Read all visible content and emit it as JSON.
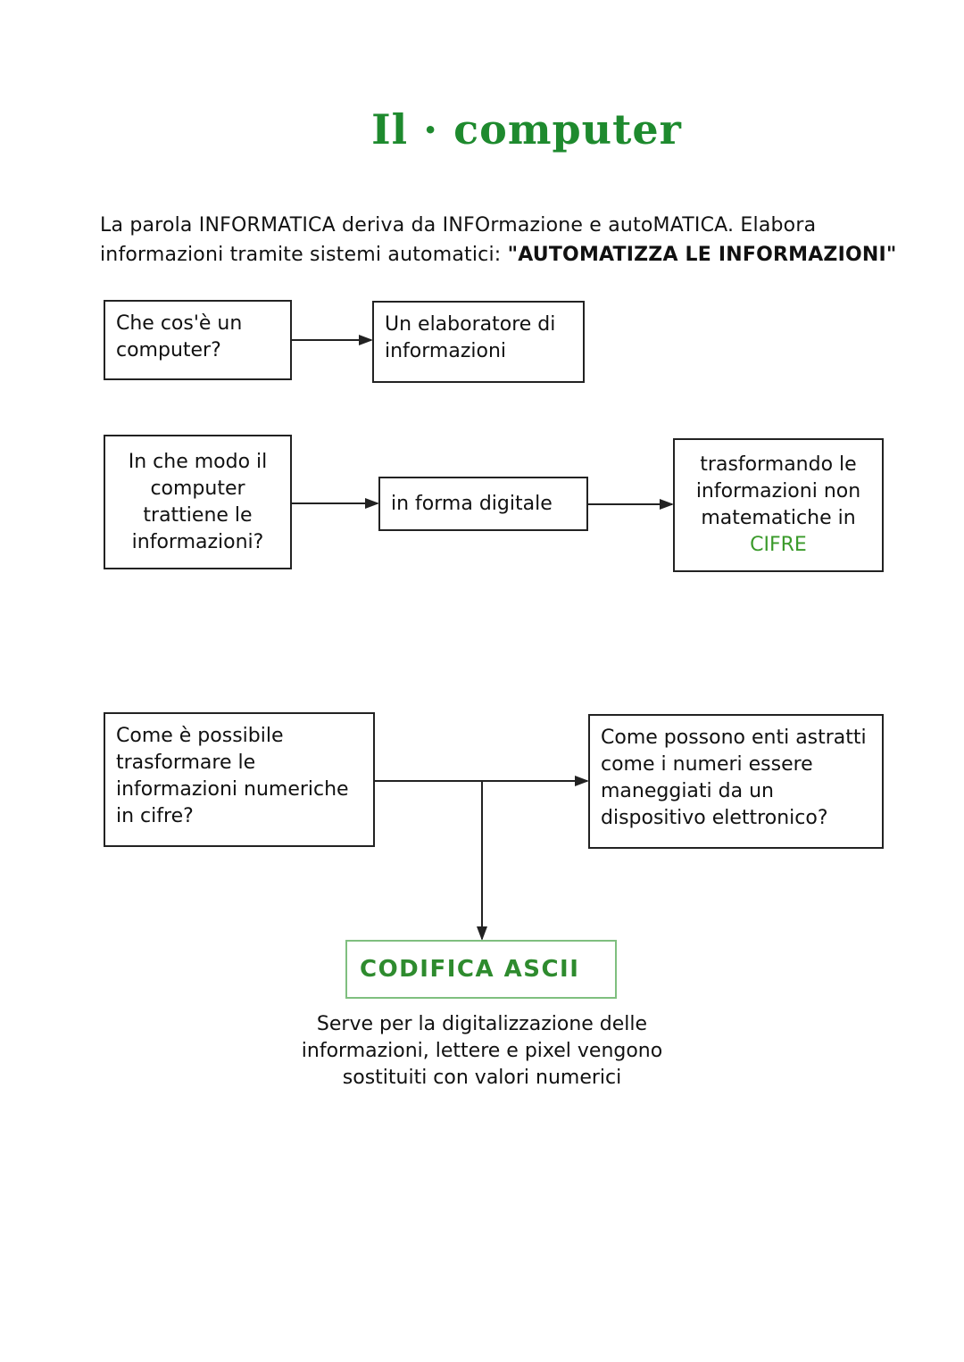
{
  "title": "Il · computer",
  "intro": {
    "line1": "La parola INFORMATICA deriva da INFOrmazione e autoMATICA. Elabora",
    "line2_a": "informazioni tramite sistemi automatici: ",
    "line2_b": "\"AUTOMATIZZA LE INFORMAZIONI\""
  },
  "boxes": {
    "q1": "Che cos'è un computer?",
    "a1": "Un elaboratore di informazioni",
    "q2": "In che modo il computer trattiene le informazioni?",
    "a2": "in forma digitale",
    "a3_text": "trasformando le informazioni non matematiche in",
    "a3_highlight": "CIFRE",
    "q3": "Come è possibile trasformare le informazioni numeriche in cifre?",
    "q4": "Come possono enti astratti come i numeri essere maneggiati da un dispositivo elettronico?",
    "ascii": "CODIFICA ASCII",
    "caption": "Serve per la digitalizzazione delle informazioni, lettere e pixel vengono sostituiti con valori numerici"
  },
  "colors": {
    "title": "#1e8a2e",
    "highlight": "#3a9a2a",
    "ascii_border": "#7fbf7f"
  }
}
